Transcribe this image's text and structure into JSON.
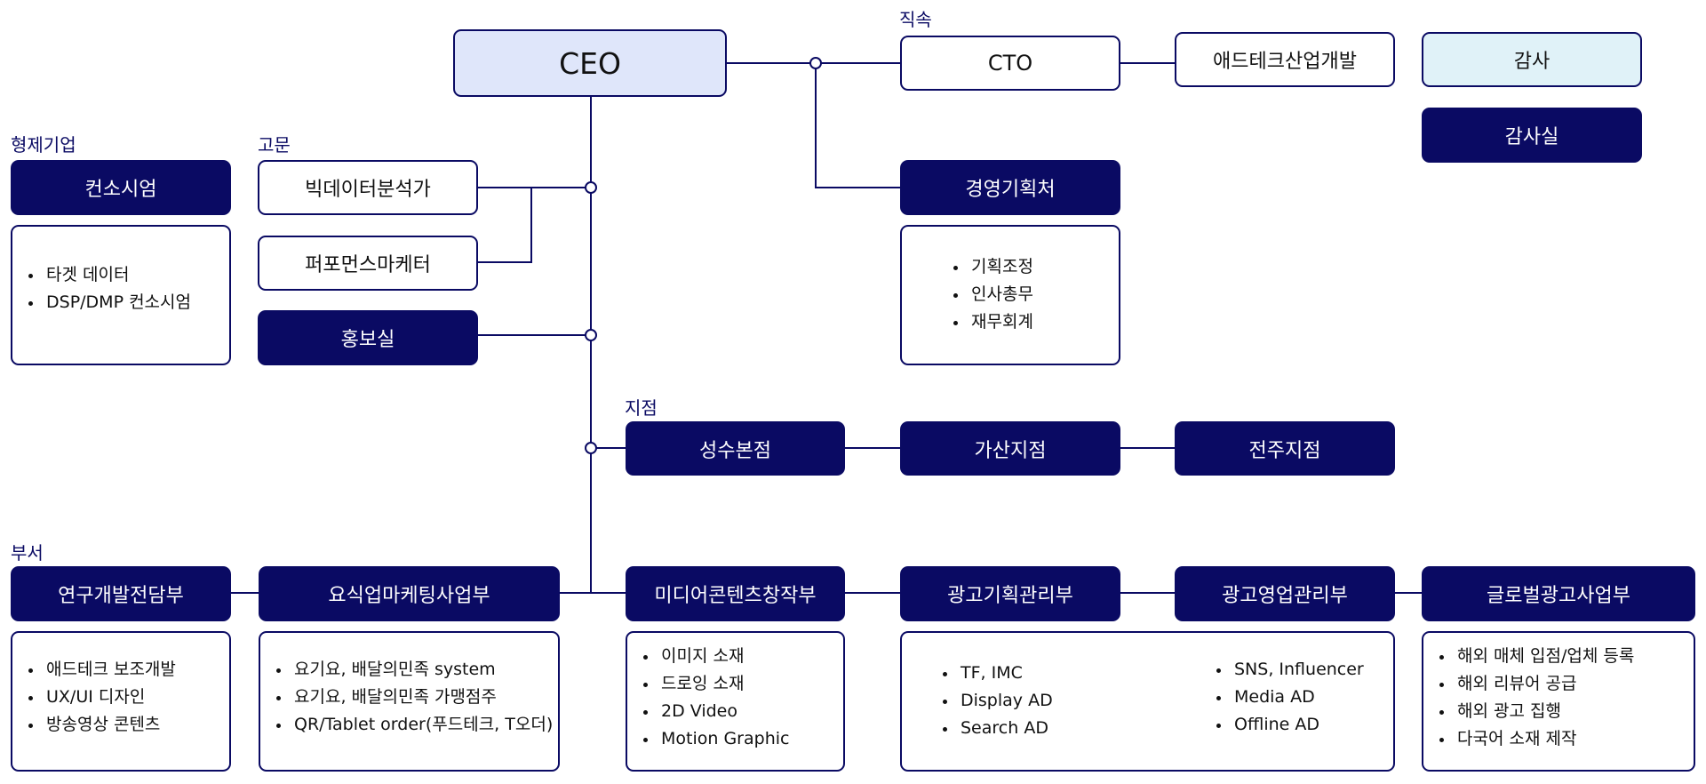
{
  "colors": {
    "navy": "#0a0a63",
    "ceo_fill": "#dfe6fa",
    "audit_fill": "#e0f2f8"
  },
  "labels": {
    "sister": "형제기업",
    "advisor": "고문",
    "direct": "직속",
    "branch": "지점",
    "dept": "부서"
  },
  "nodes": {
    "ceo": "CEO",
    "cto": "CTO",
    "adtech": "애드테크산업개발",
    "audit": "감사",
    "audit_office": "감사실",
    "consultant": "컨소시엄",
    "bigdata": "빅데이터분석가",
    "perf_marketer": "퍼포먼스마케터",
    "pr": "홍보실",
    "planning": "경영기획처",
    "seongsu": "성수본점",
    "gasan": "가산지점",
    "jeonju": "전주지점",
    "rnd": "연구개발전담부",
    "food": "요식업마케팅사업부",
    "media": "미디어콘텐츠창작부",
    "ad_plan": "광고기획관리부",
    "ad_sales": "광고영업관리부",
    "global": "글로벌광고사업부"
  },
  "lists": {
    "consultant": [
      "타겟 데이터",
      "DSP/DMP 컨소시엄"
    ],
    "planning": [
      "기획조정",
      "인사총무",
      "재무회계"
    ],
    "rnd": [
      "애드테크 보조개발",
      "UX/UI 디자인",
      "방송영상 콘텐츠"
    ],
    "food": [
      "요기요, 배달의민족 system",
      "요기요, 배달의민족 가맹점주",
      "QR/Tablet order(푸드테크, T오더)"
    ],
    "media": [
      "이미지 소재",
      "드로잉 소재",
      "2D Video",
      "Motion Graphic"
    ],
    "ad_left": [
      "TF, IMC",
      "Display AD",
      "Search AD"
    ],
    "ad_right": [
      "SNS, Influencer",
      "Media AD",
      "Offline AD"
    ],
    "global": [
      "해외 매체 입점/업체 등록",
      "해외 리뷰어 공급",
      "해외 광고 집행",
      "다국어 소재 제작"
    ]
  }
}
